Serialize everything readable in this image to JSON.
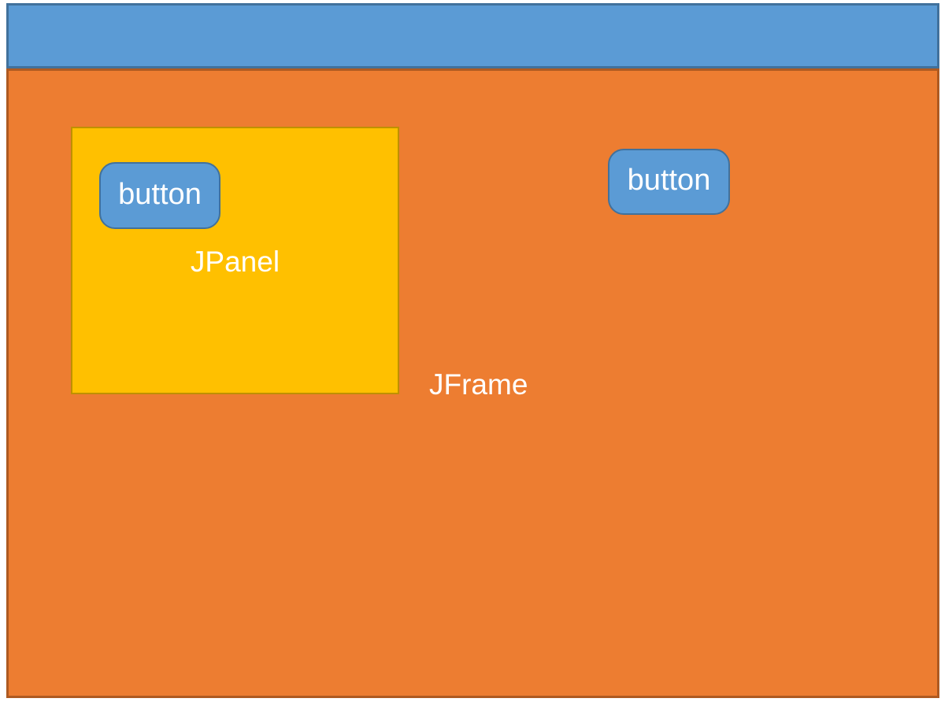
{
  "colors": {
    "page-bg": "#FFFFFF",
    "titlebar-fill": "#5B9BD5",
    "titlebar-border": "#41719C",
    "frame-fill": "#ED7D31",
    "frame-border": "#AE5A21",
    "panel-fill": "#FFC000",
    "panel-border": "#BF9000",
    "button-fill": "#5B9BD5",
    "button-border": "#41719C",
    "text": "#FFFFFF"
  },
  "diagram": {
    "jframe": {
      "label": "JFrame",
      "button_label": "button"
    },
    "jpanel": {
      "label": "JPanel",
      "button_label": "button"
    }
  }
}
